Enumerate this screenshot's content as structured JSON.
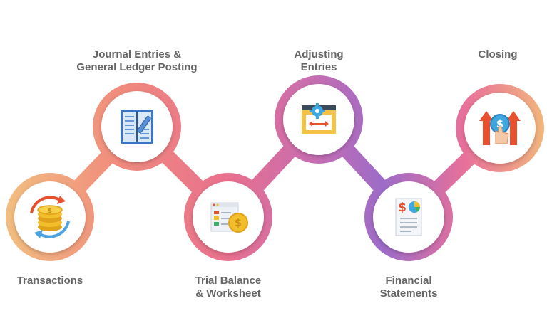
{
  "steps": [
    {
      "label_lines": [
        "Transactions"
      ],
      "icon": "coins-cycle-icon"
    },
    {
      "label_lines": [
        "Journal Entries &",
        "General Ledger Posting"
      ],
      "icon": "journal-book-pen-icon"
    },
    {
      "label_lines": [
        "Trial Balance",
        "& Worksheet"
      ],
      "icon": "worksheet-coin-icon"
    },
    {
      "label_lines": [
        "Adjusting",
        "Entries"
      ],
      "icon": "adjust-settings-window-icon"
    },
    {
      "label_lines": [
        "Financial",
        "Statements"
      ],
      "icon": "financial-report-icon"
    },
    {
      "label_lines": [
        "Closing"
      ],
      "icon": "closing-hand-dollar-icon"
    }
  ],
  "colors": {
    "gradient_start": "#f2c180",
    "gradient_mid1": "#f08a7d",
    "gradient_mid2": "#e8708f",
    "gradient_purple": "#9c6cc8",
    "gradient_pink": "#e8709a",
    "gradient_end": "#f2b87c",
    "label": "#666666"
  }
}
